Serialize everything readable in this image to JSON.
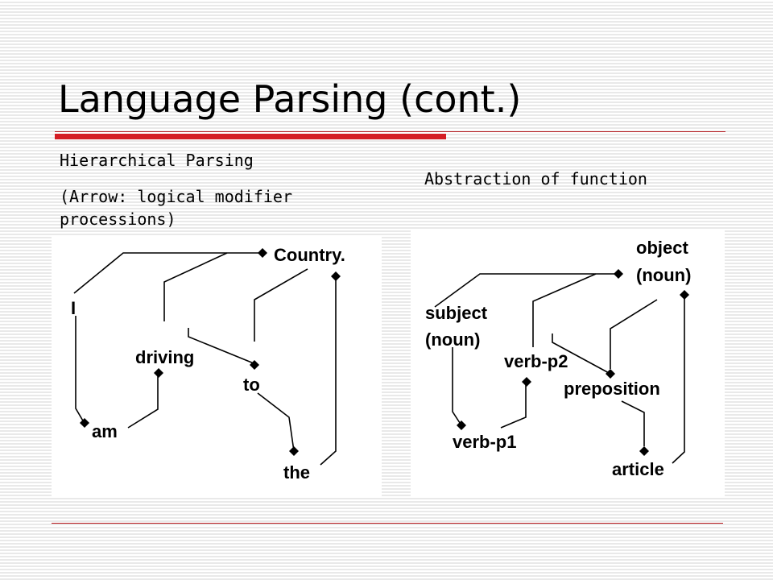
{
  "slide": {
    "title": "Language Parsing (cont.)",
    "colors": {
      "accent": "#d41e25",
      "text": "#000000"
    }
  },
  "left": {
    "heading": "Hierarchical Parsing",
    "note_line1": "(Arrow: logical modifier",
    "note_line2": "processions)",
    "nodes": {
      "country": "Country.",
      "i": "I",
      "driving": "driving",
      "to": "to",
      "am": "am",
      "the": "the"
    }
  },
  "right": {
    "heading": "Abstraction of function",
    "nodes": {
      "object1": "object",
      "object2": "(noun)",
      "subject1": "subject",
      "subject2": "(noun)",
      "verb_p2": "verb-p2",
      "preposition": "preposition",
      "verb_p1": "verb-p1",
      "article": "article"
    }
  }
}
